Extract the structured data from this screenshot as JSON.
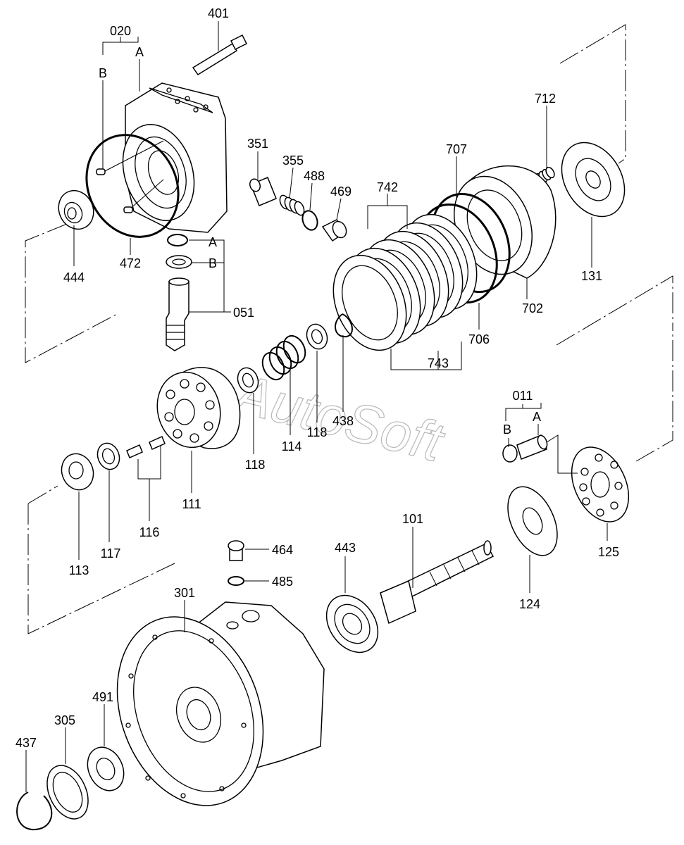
{
  "watermark": "AutoSoft",
  "labels": {
    "p401": "401",
    "p020": "020",
    "pA1": "A",
    "pB1": "B",
    "p351": "351",
    "p355": "355",
    "p488": "488",
    "p469": "469",
    "p712": "712",
    "p707": "707",
    "p742": "742",
    "p444": "444",
    "p472": "472",
    "pA2": "A",
    "pB2": "B",
    "p051": "051",
    "p131": "131",
    "p702": "702",
    "p706": "706",
    "p743": "743",
    "p438": "438",
    "p118a": "118",
    "p118b": "118",
    "p114": "114",
    "p011": "011",
    "pB3": "B",
    "pA3": "A",
    "p111": "111",
    "p116": "116",
    "p117": "117",
    "p113": "113",
    "p125": "125",
    "p101": "101",
    "p464": "464",
    "p485": "485",
    "p443": "443",
    "p124": "124",
    "p301": "301",
    "p491": "491",
    "p305": "305",
    "p437": "437"
  }
}
